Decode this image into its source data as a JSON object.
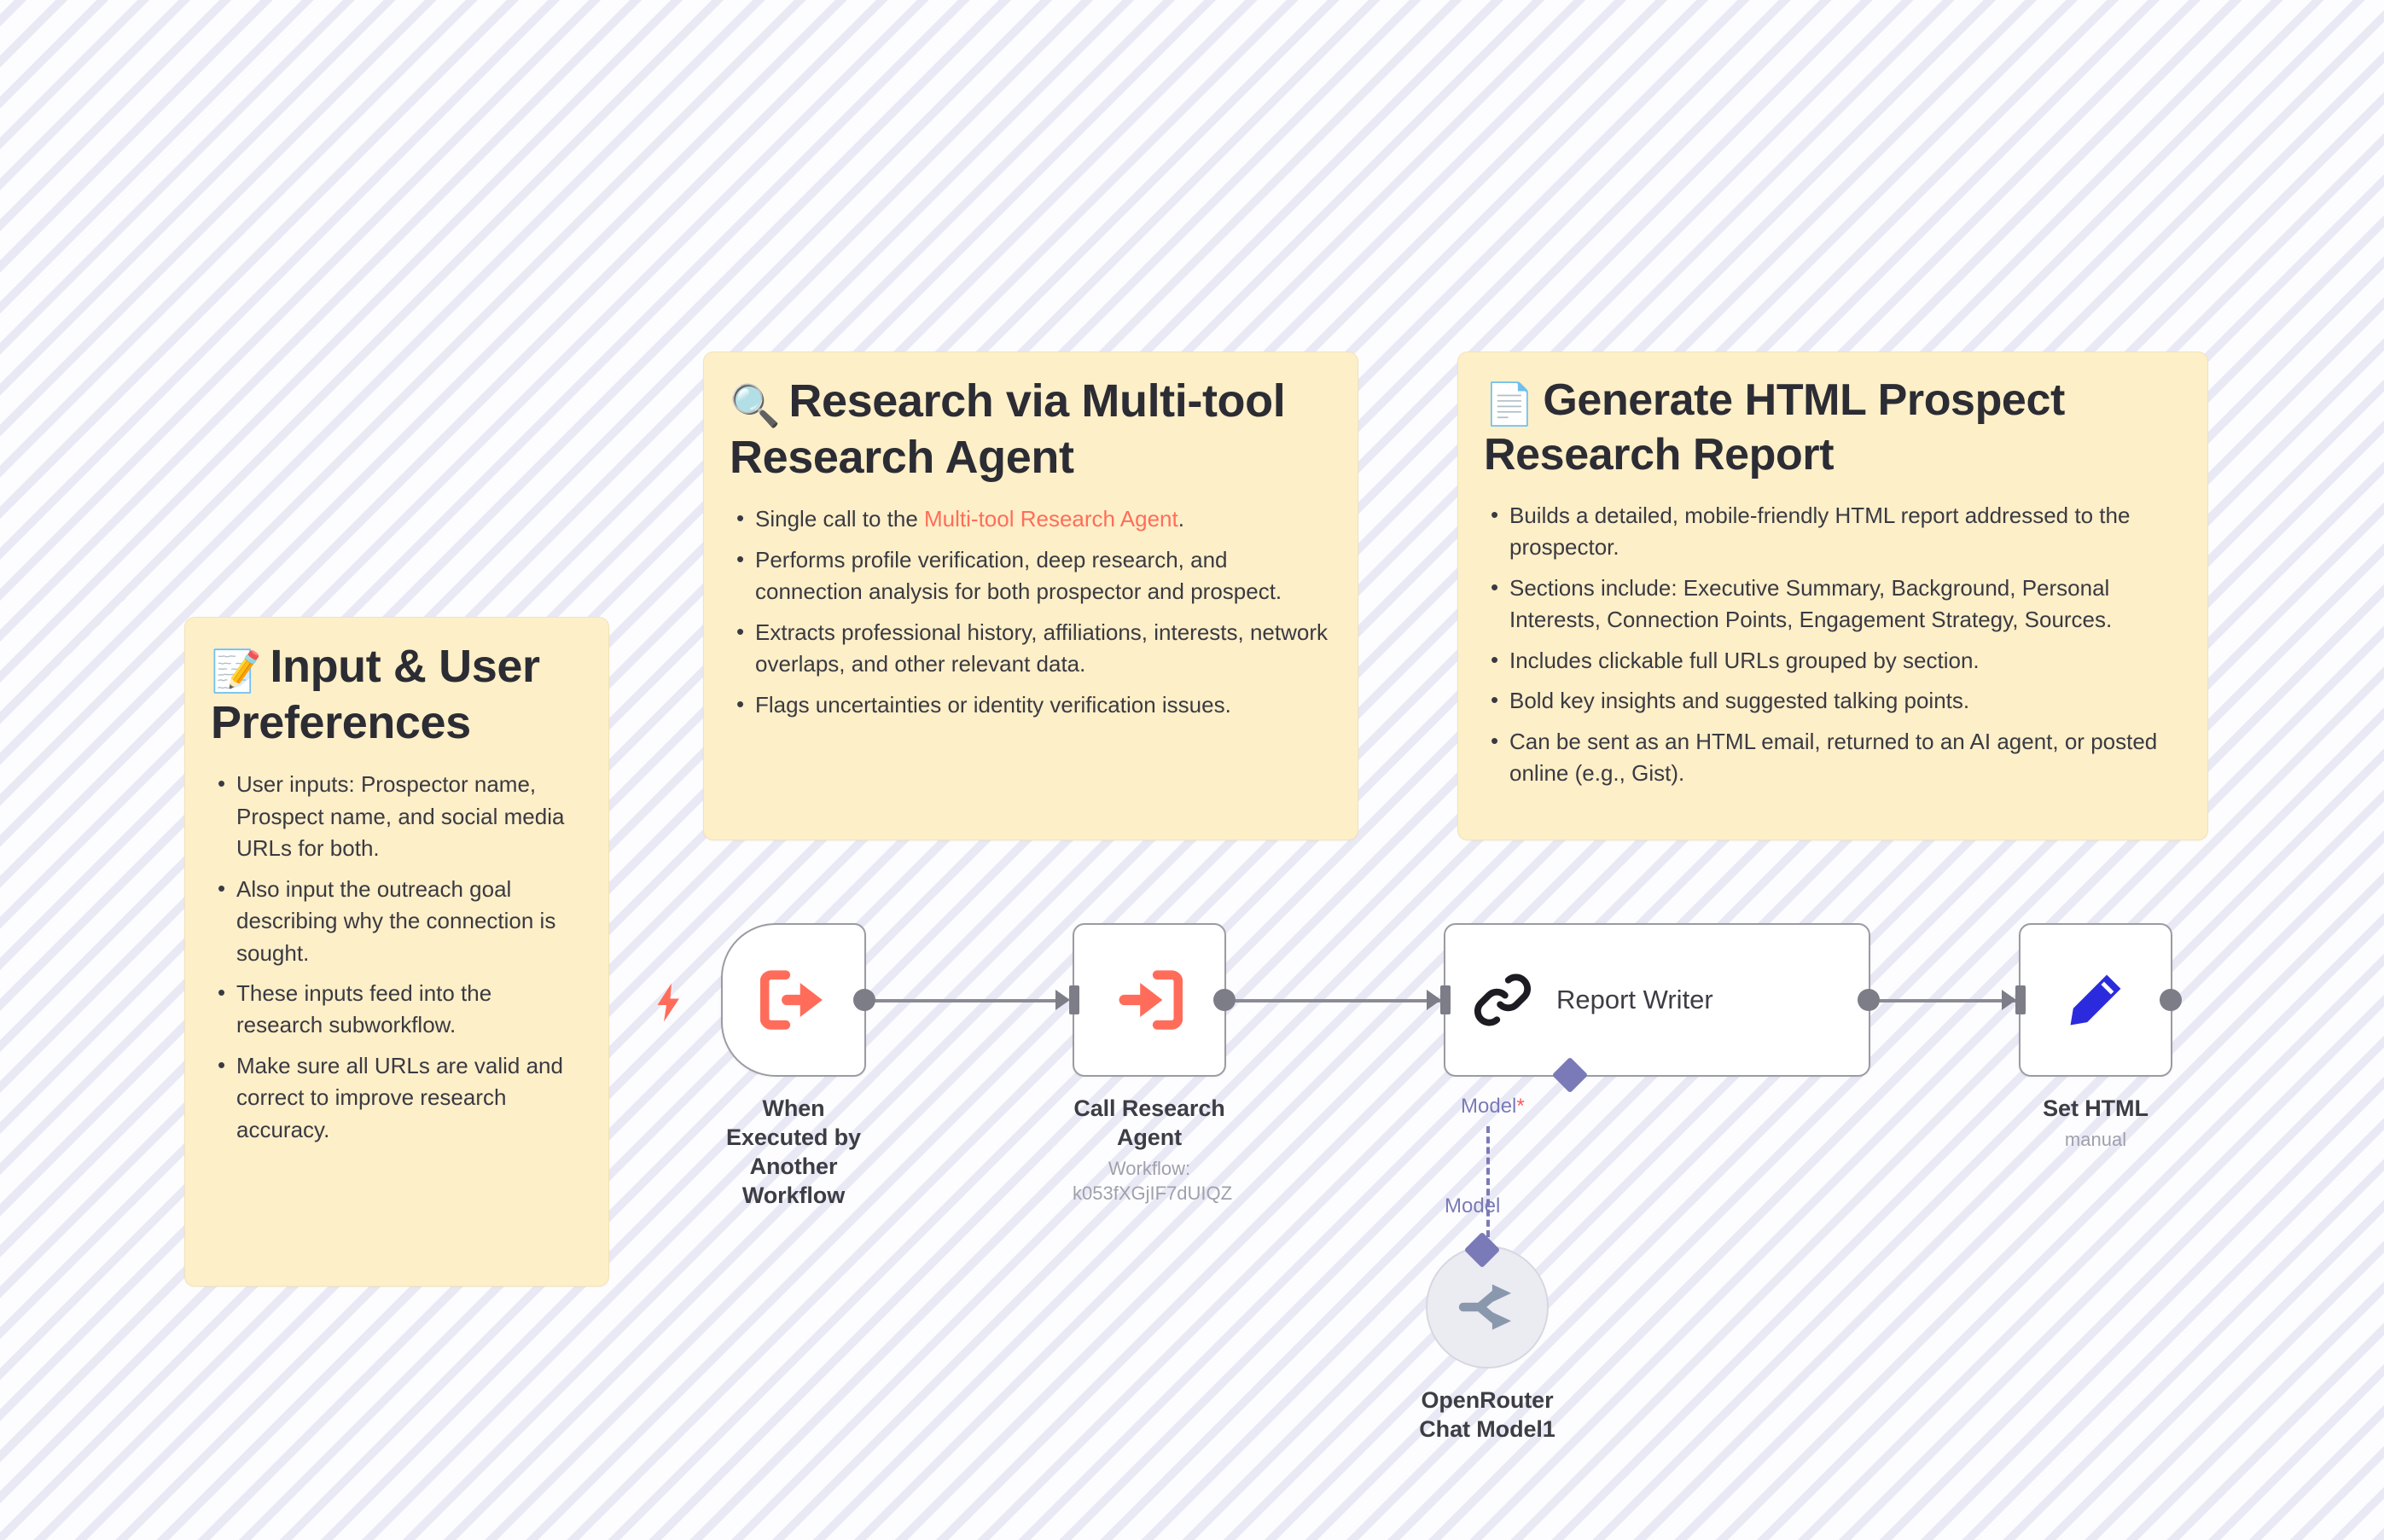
{
  "canvas": {
    "background_color": "#fbfbfe",
    "stripe_color": "#e9e9f5"
  },
  "sticky_notes": [
    {
      "id": "input-user-preferences",
      "emoji": "📝",
      "emoji_name": "memo-icon",
      "title": "Input & User Preferences",
      "color": "#fdefc8",
      "bullets": [
        "User inputs: Prospector name, Prospect name, and social media URLs for both.",
        "Also input the outreach goal describing why the connection is sought.",
        "These inputs feed into the research subworkflow.",
        "Make sure all URLs are valid and correct to improve research accuracy."
      ]
    },
    {
      "id": "research-via-multi-tool-research-agent",
      "emoji": "🔍",
      "emoji_name": "magnifying-glass-icon",
      "title": "Research via Multi-tool Research Agent",
      "color": "#fdefc8",
      "bullets": [
        {
          "prefix": "Single call to the ",
          "highlight": "Multi-tool Research Agent",
          "suffix": "."
        },
        "Performs profile verification, deep research, and connection analysis for both prospector and prospect.",
        "Extracts professional history, affiliations, interests, network overlaps, and other relevant data.",
        "Flags uncertainties or identity verification issues."
      ],
      "highlight_color": "#ff6d5a"
    },
    {
      "id": "generate-html-prospect-research-report",
      "emoji": "📄",
      "emoji_name": "page-facing-up-icon",
      "title": "Generate HTML Prospect Research Report",
      "color": "#fdefc8",
      "bullets": [
        "Builds a detailed, mobile-friendly HTML report addressed to the prospector.",
        "Sections include: Executive Summary, Background, Personal Interests, Connection Points, Engagement Strategy, Sources.",
        "Includes clickable full URLs grouped by section.",
        "Bold key insights and suggested talking points.",
        "Can be sent as an HTML email, returned to an AI agent, or posted online (e.g., Gist)."
      ]
    }
  ],
  "nodes": [
    {
      "id": "when-executed-by-another-workflow",
      "label": "When Executed by Another Workflow",
      "sublabel": "",
      "icon": "execute-workflow-trigger-icon",
      "icon_color": "#ff6d5a",
      "shape": "trigger"
    },
    {
      "id": "call-research-agent",
      "label": "Call Research Agent",
      "sublabel": "Workflow: k053fXGjIF7dUIQZ",
      "icon": "execute-sub-workflow-icon",
      "icon_color": "#ff6d5a",
      "shape": "square"
    },
    {
      "id": "report-writer",
      "label": "Report Writer",
      "sublabel": "",
      "icon": "chain-link-icon",
      "icon_color": "#1c1c22",
      "shape": "wide",
      "inline_title": "Report Writer"
    },
    {
      "id": "set-html",
      "label": "Set HTML",
      "sublabel": "manual",
      "icon": "pencil-edit-icon",
      "icon_color": "#2b2bdd",
      "shape": "square"
    }
  ],
  "sub_nodes": [
    {
      "id": "openrouter-chat-model1",
      "label": "OpenRouter Chat Model1",
      "icon": "openrouter-icon",
      "icon_color": "#8a98ae",
      "port_label_top": "Model",
      "port_label_bottom": "Model",
      "required_marker": "*",
      "connector_color": "#7a7ab8"
    }
  ],
  "trigger_marker": {
    "icon": "lightning-bolt-icon",
    "color": "#ff6d5a",
    "glyph": "⚡"
  }
}
